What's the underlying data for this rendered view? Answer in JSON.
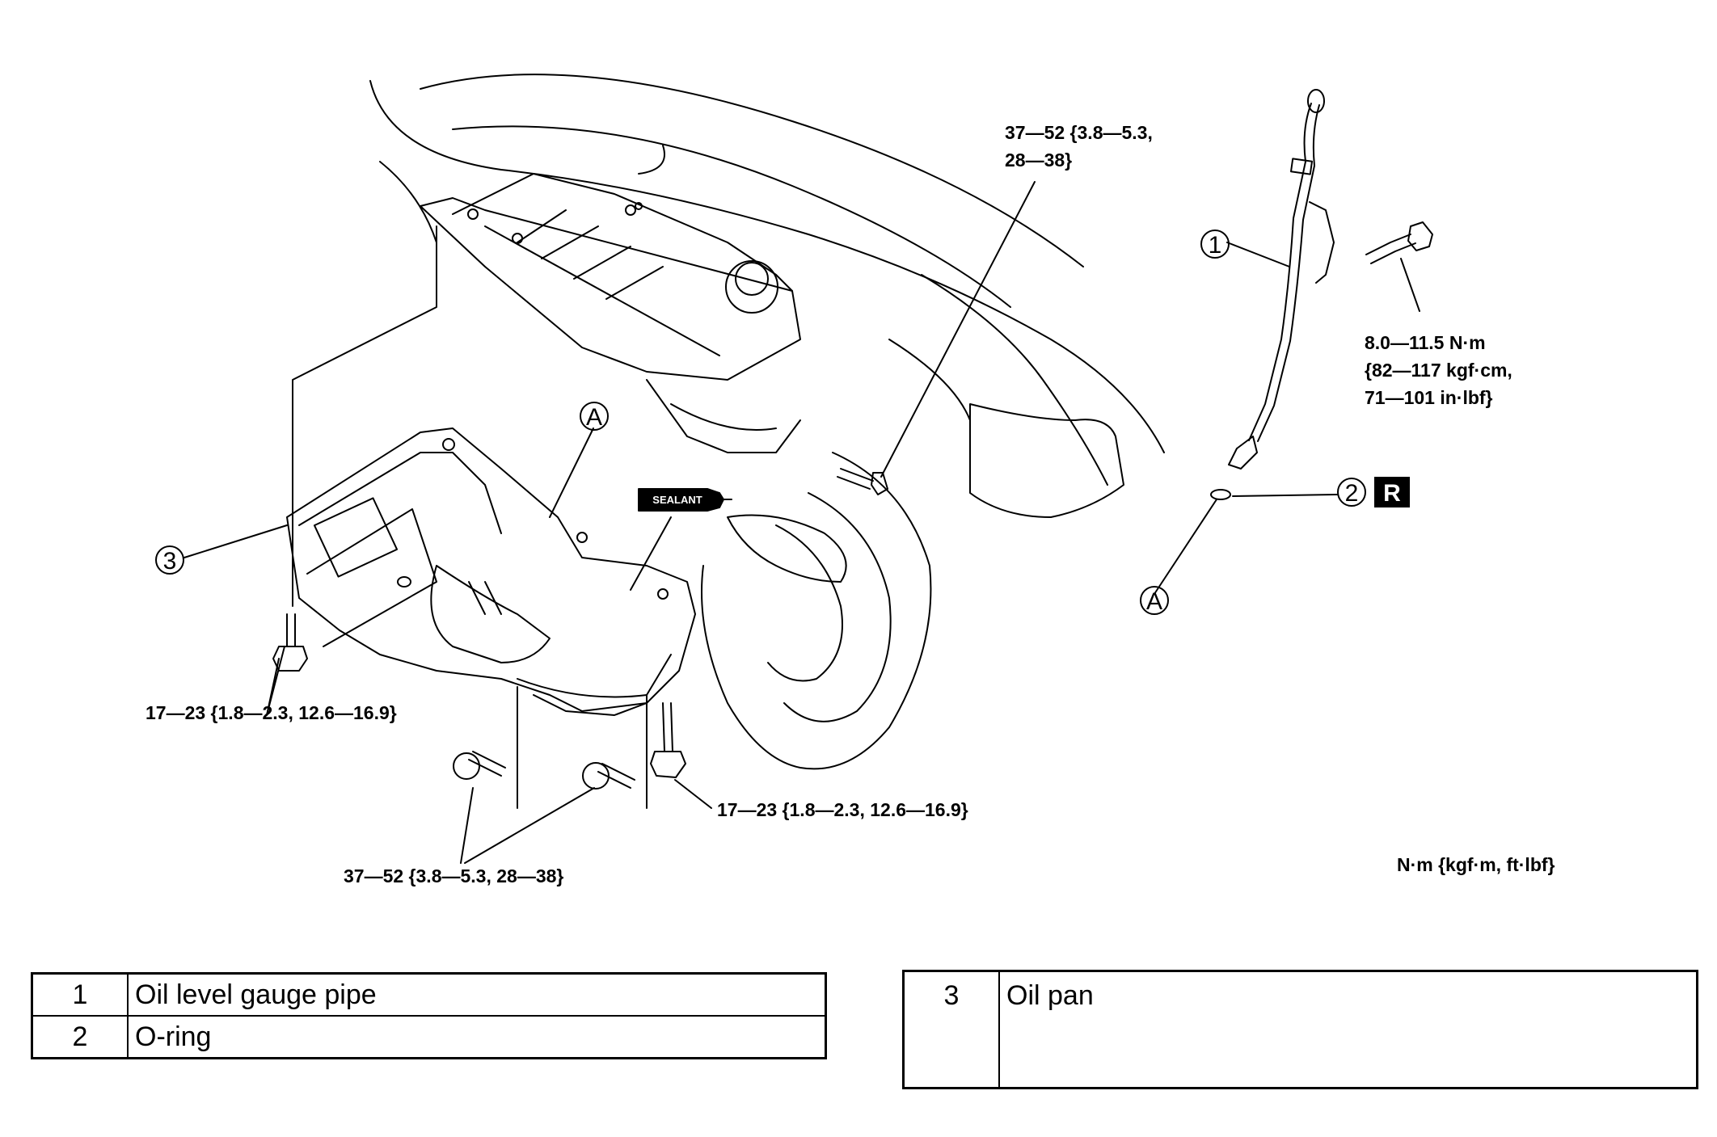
{
  "torque": {
    "bolt_top": [
      "37—52 {3.8—5.3,",
      "28—38}"
    ],
    "gauge_bolt": [
      "8.0—11.5 N·m",
      "{82—117 kgf·cm,",
      "71—101 in·lbf}"
    ],
    "pan_left": "17—23 {1.8—2.3, 12.6—16.9}",
    "pan_right": "17—23 {1.8—2.3, 12.6—16.9}",
    "pan_bottom": "37—52 {3.8—5.3, 28—38}",
    "units": "N·m {kgf·m, ft·lbf}"
  },
  "callouts": {
    "c1": "1",
    "c2": "2",
    "c3": "3",
    "a_pan": "A",
    "a_ring": "A",
    "replace": "R",
    "sealant": "SEALANT"
  },
  "parts_left": [
    {
      "num": "1",
      "name": "Oil level gauge pipe"
    },
    {
      "num": "2",
      "name": "O-ring"
    }
  ],
  "parts_right": [
    {
      "num": "3",
      "name": "Oil pan"
    }
  ]
}
